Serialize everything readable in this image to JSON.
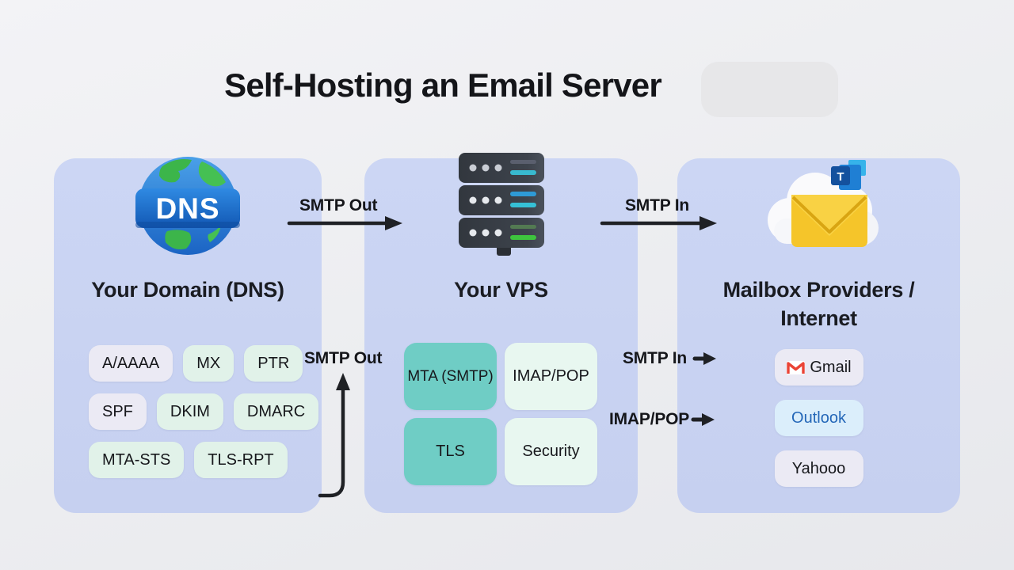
{
  "title": "Self-Hosting an Email Server",
  "columns": {
    "dns": {
      "title": "Your Domain (DNS)",
      "icon": "dns-globe",
      "icon_text": "DNS",
      "chips": [
        {
          "label": "A/AAAA",
          "variant": "lavender"
        },
        {
          "label": "MX",
          "variant": "mint"
        },
        {
          "label": "PTR",
          "variant": "mint"
        },
        {
          "label": "SPF",
          "variant": "lavender"
        },
        {
          "label": "DKIM",
          "variant": "mint"
        },
        {
          "label": "DMARC",
          "variant": "mint"
        },
        {
          "label": "MTA-STS",
          "variant": "mint"
        },
        {
          "label": "TLS-RPT",
          "variant": "mint"
        }
      ]
    },
    "vps": {
      "title": "Your VPS",
      "icon": "server-stack",
      "chips": [
        {
          "label": "MTA (SMTP)",
          "variant": "teal"
        },
        {
          "label": "IMAP/POP",
          "variant": "light-mint"
        },
        {
          "label": "TLS",
          "variant": "teal"
        },
        {
          "label": "Security",
          "variant": "light-mint"
        }
      ]
    },
    "mailbox": {
      "title": "Mailbox Providers / Internet",
      "title_line1": "Mailbox Providers /",
      "title_line2": "Internet",
      "icon": "cloud-mail",
      "providers": [
        {
          "label": "Gmail",
          "variant": "plain",
          "icon": "gmail-icon"
        },
        {
          "label": "Outlook",
          "variant": "blue",
          "icon": null
        },
        {
          "label": "Yahooo",
          "variant": "plain",
          "icon": null
        }
      ]
    }
  },
  "arrows": {
    "smtp_out_top": "SMTP Out",
    "smtp_in_top": "SMTP In",
    "smtp_out_curved": "SMTP Out",
    "smtp_in_side": "SMTP In",
    "imap_pop_side": "IMAP/POP"
  },
  "colors": {
    "background": "#edeef1",
    "panel_blue": "#c9d3f1",
    "chip_mint": "#e1f2e9",
    "chip_lavender": "#ebeaf4",
    "chip_teal": "#6fcdc5",
    "chip_light_mint": "#e8f7f0",
    "chip_outlook_bg": "#dbeefb",
    "outlook_text": "#2467b8",
    "arrow_black": "#1f2125",
    "dns_banner_blue": "#1e6fd0",
    "globe_ocean_blue": "#2f86dd",
    "land_green": "#3cb54a",
    "envelope_yellow": "#f5c52a",
    "server_dark": "#3b4149",
    "server_led_green": "#3ec43e",
    "server_led_cyan": "#38b9cf",
    "gmail_red": "#ea4335",
    "blur_pill": "#e7e7e9"
  }
}
